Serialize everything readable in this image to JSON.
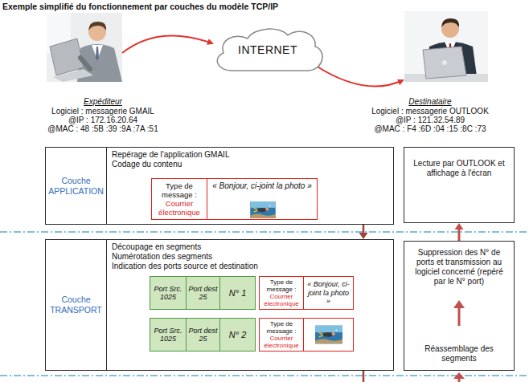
{
  "diagram": {
    "title": "Exemple simplifié du fonctionnement par couches du modèle TCP/IP",
    "nodes": [
      {
        "text": [
          "INTERNET"
        ]
      },
      {
        "text": [
          "Couche APPLICATION",
          "Repérage de l'application GMAIL",
          "Codage du contenu"
        ]
      },
      {
        "text": [
          "Type de message :",
          "Courrier électronique"
        ],
        "in": 1
      },
      {
        "text": [
          "« Bonjour, ci-joint la photo »"
        ],
        "in": 1
      },
      {
        "text": [
          "Lecture par OUTLOOK et affichage à l'écran"
        ]
      },
      {
        "text": [
          "Couche TRANSPORT",
          "Découpage en segments",
          "Numérotation des segments",
          "Indication des ports source et destination"
        ]
      },
      {
        "text": [
          "Port Src. 1025"
        ],
        "in": 5
      },
      {
        "text": [
          "Port dest 25"
        ],
        "in": 5
      },
      {
        "text": [
          "N° 1"
        ],
        "in": 5
      },
      {
        "text": [
          "Type de message :",
          "Courrier électronique"
        ],
        "in": 5
      },
      {
        "text": [
          "« Bonjour, ci-joint la photo »"
        ],
        "in": 5
      },
      {
        "text": [
          "Port Src. 1025"
        ],
        "in": 5
      },
      {
        "text": [
          "Port dest 25"
        ],
        "in": 5
      },
      {
        "text": [
          "N° 2"
        ],
        "in": 5
      },
      {
        "text": [
          "Type de message :",
          "Courrier électronique"
        ],
        "in": 5
      },
      {
        "text": [
          "Suppression des N° de ports et transmission au logiciel concerné (repéré par le N° port)",
          "Réassemblage des segments"
        ]
      }
    ],
    "edges": [
      {
        "from": 1,
        "to": 5,
        "arrow": "to"
      },
      {
        "from": 15,
        "to": 4,
        "arrow": "to"
      }
    ],
    "labels": [
      "Expéditeur",
      "Logiciel : messagerie GMAIL",
      "@IP : 172.16.20.64",
      "@MAC : 48 :5B :39 :9A :7A :51",
      "Destinataire",
      "Logiciel : messagerie OUTLOOK",
      "@IP : 121.32.54.89",
      "@MAC : F4 :6D :04 :15 :8C :73"
    ]
  }
}
